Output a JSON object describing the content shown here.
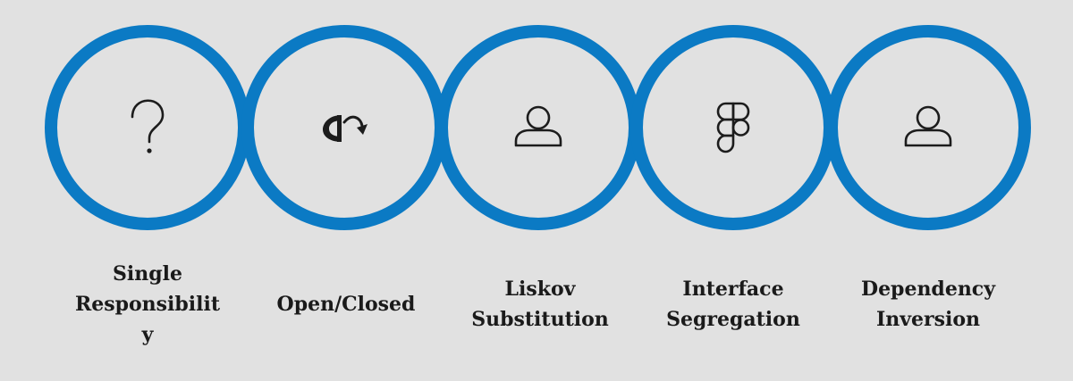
{
  "colors": {
    "ring": "#0b7ac4",
    "fill": "#e1e1e1",
    "icon": "#1c1c1c",
    "text": "#1a1a1a",
    "background": "#e1e1e1"
  },
  "principles": [
    {
      "label": "Single\nResponsibilit\ny",
      "icon": "question-mark-icon"
    },
    {
      "label": "Open/Closed",
      "icon": "onedrive-like-icon"
    },
    {
      "label": "Liskov\nSubstitution",
      "icon": "user-icon"
    },
    {
      "label": "Interface\nSegregation",
      "icon": "figma-icon"
    },
    {
      "label": "Dependency\nInversion",
      "icon": "user-icon"
    }
  ]
}
